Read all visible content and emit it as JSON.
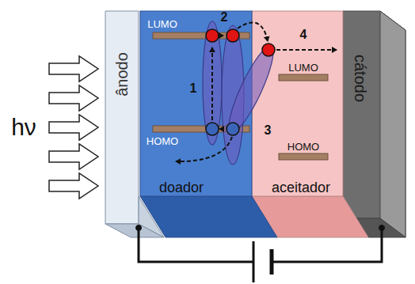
{
  "diagram": {
    "nodes": [
      {
        "text": [
          "ânodo"
        ]
      },
      {
        "text": [
          "doador"
        ]
      },
      {
        "text": [
          "aceitador"
        ]
      },
      {
        "text": [
          "cátodo"
        ]
      }
    ],
    "edges": [
      {
        "from": 0,
        "to": 3,
        "arrow": "none"
      }
    ],
    "labels": [
      "hν",
      "LUMO",
      "HOMO",
      "1",
      "2",
      "LUMO",
      "HOMO",
      "3",
      "4"
    ]
  }
}
